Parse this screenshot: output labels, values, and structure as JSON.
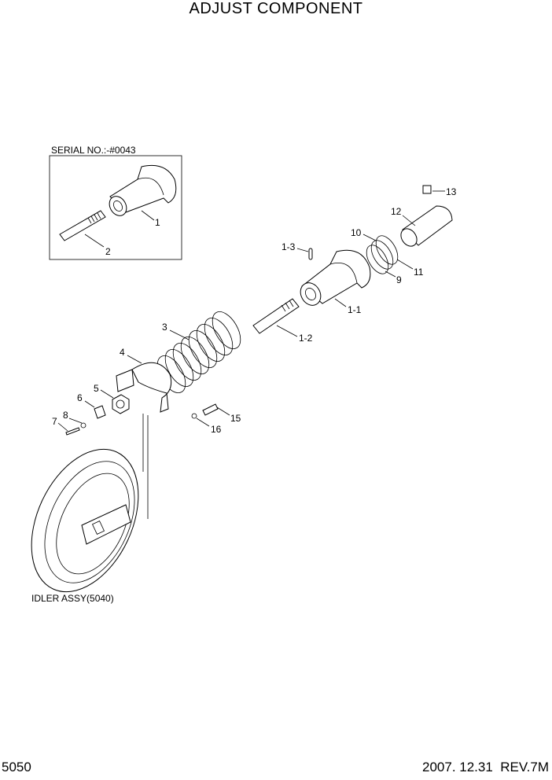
{
  "title": "ADJUST COMPONENT",
  "inset_label": "SERIAL NO.:-#0043",
  "idler_label": "IDLER ASSY(5040)",
  "page_number": "5050",
  "footer_date": "2007. 12.31",
  "footer_rev": "REV.7M",
  "callouts": {
    "c1": "1",
    "c2": "2",
    "c1_1": "1-1",
    "c1_2": "1-2",
    "c1_3": "1-3",
    "c3": "3",
    "c4": "4",
    "c5": "5",
    "c6": "6",
    "c7": "7",
    "c8": "8",
    "c9": "9",
    "c10": "10",
    "c11": "11",
    "c12": "12",
    "c13": "13",
    "c15": "15",
    "c16": "16"
  }
}
